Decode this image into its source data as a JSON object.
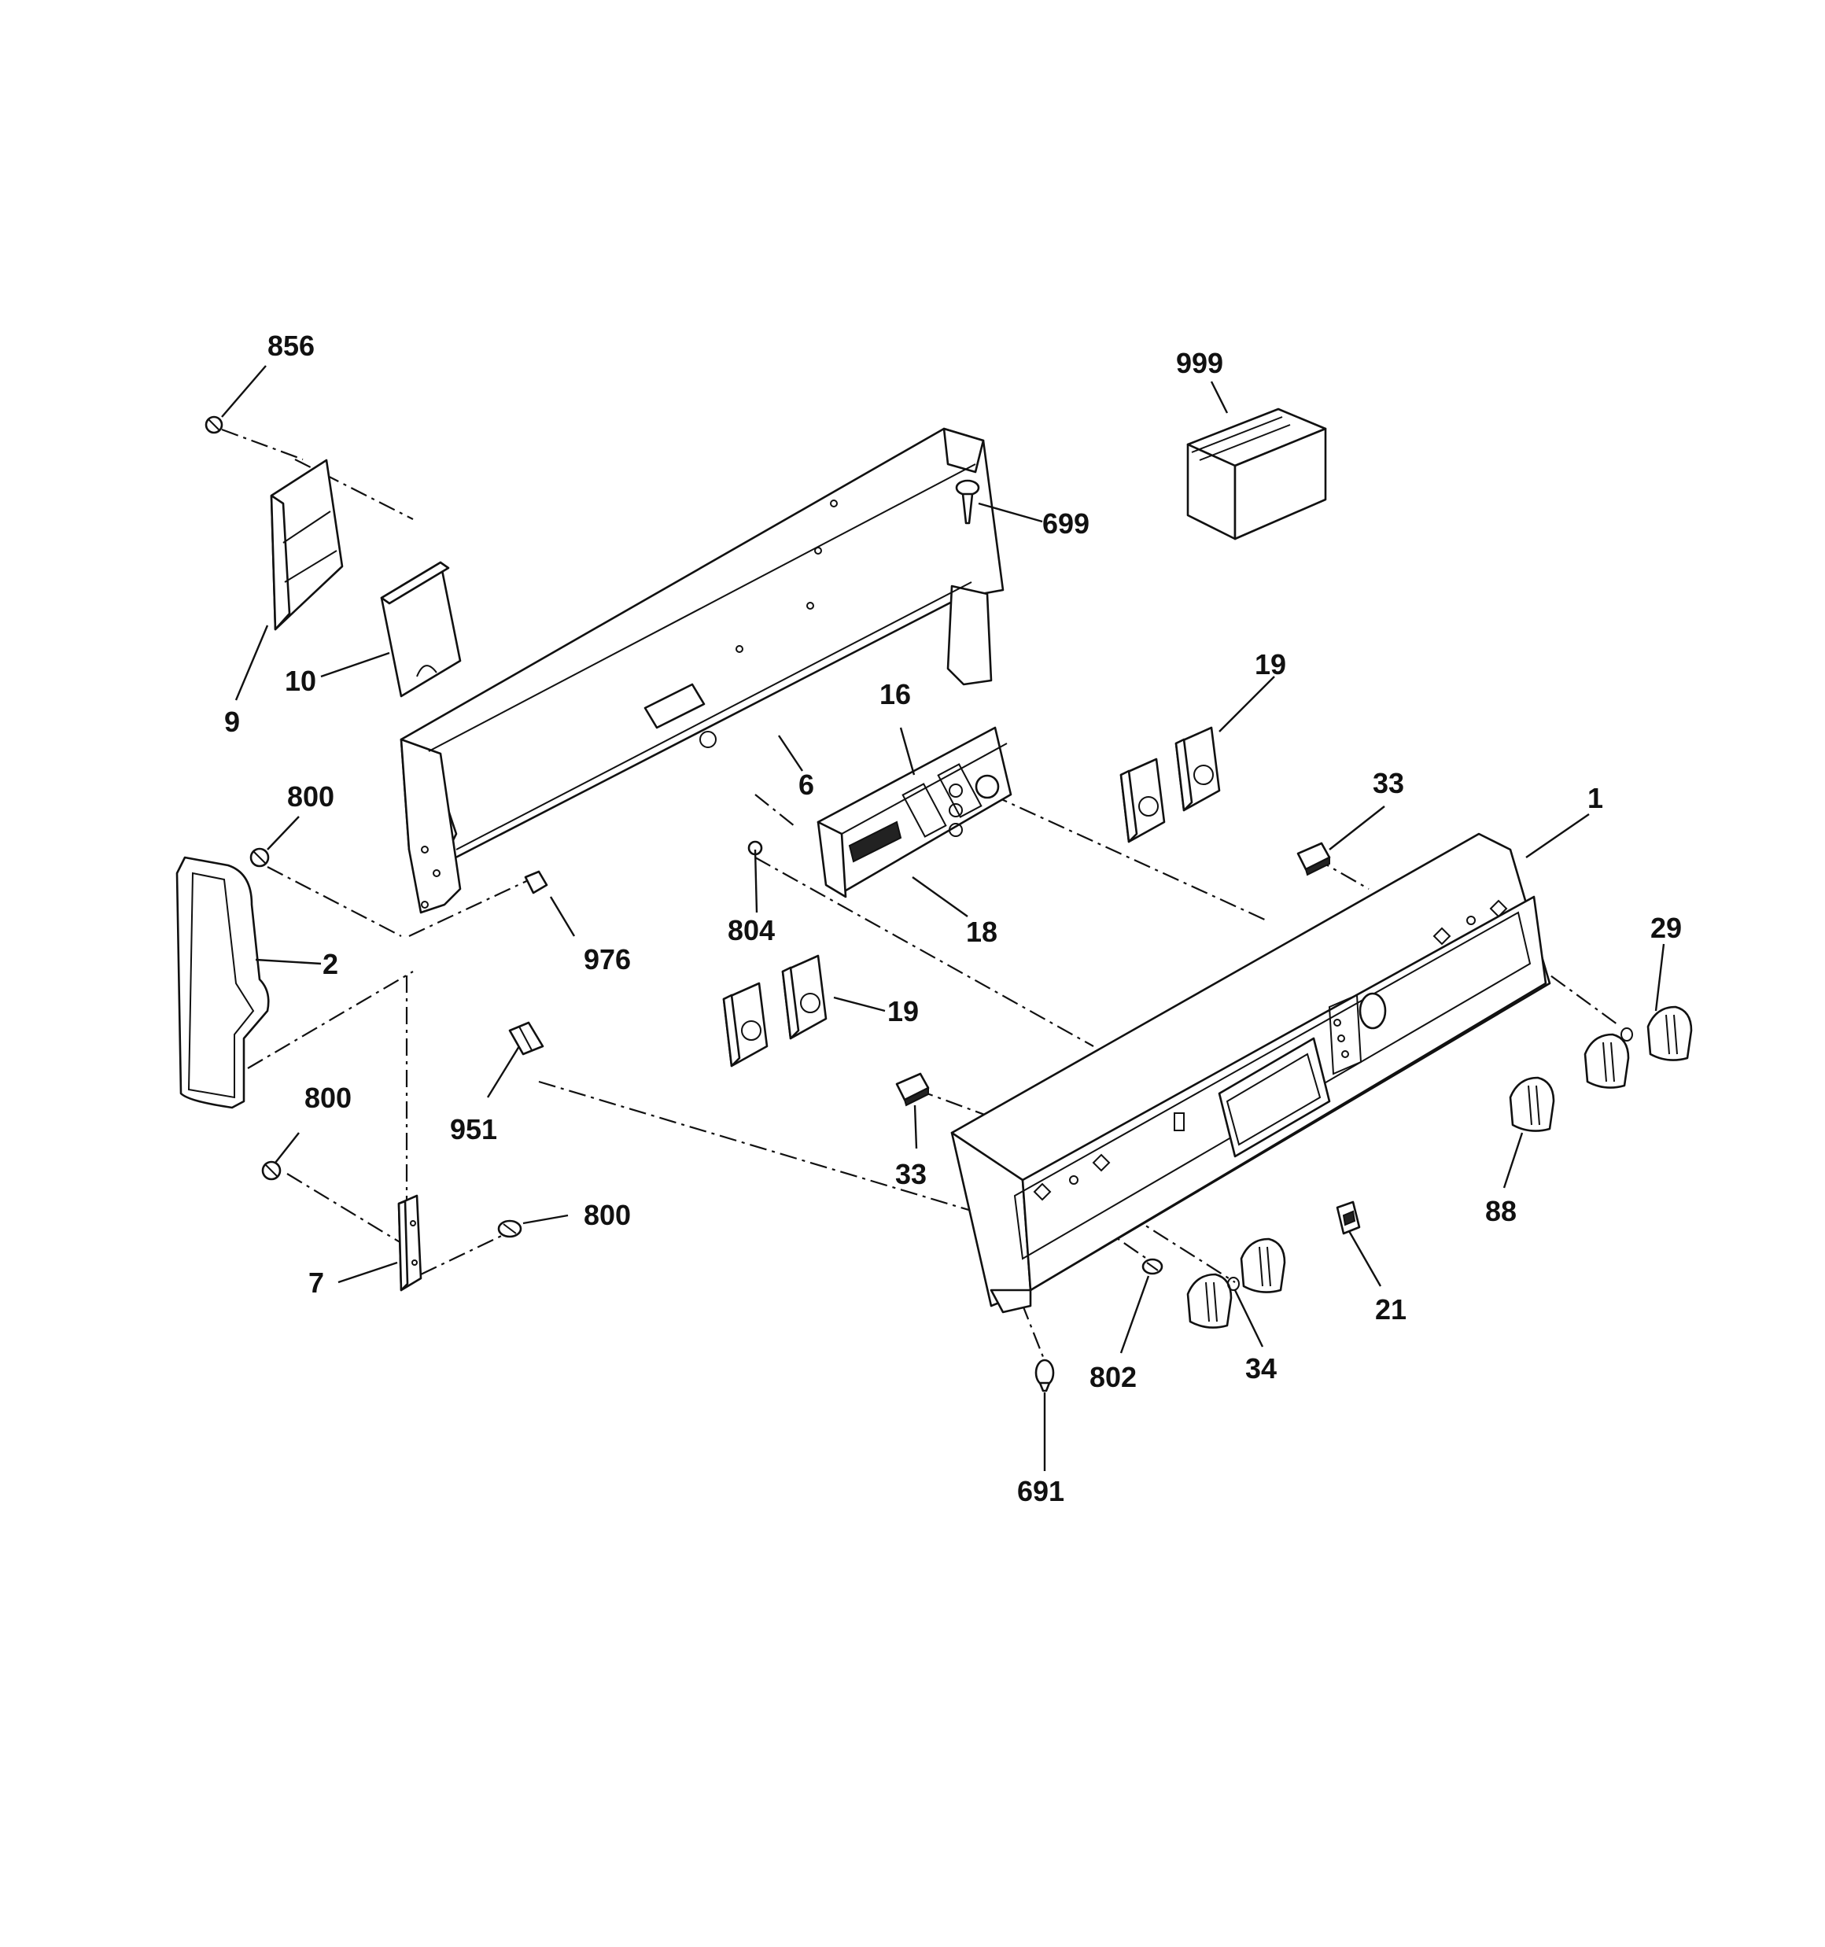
{
  "diagram": {
    "type": "exploded-parts-diagram",
    "callouts": {
      "c856": "856",
      "c999": "999",
      "c699": "699",
      "c9": "9",
      "c10": "10",
      "c16": "16",
      "c19a": "19",
      "c800a": "800",
      "c6": "6",
      "c33a": "33",
      "c1": "1",
      "c2": "2",
      "c804": "804",
      "c18": "18",
      "c976": "976",
      "c29": "29",
      "c19b": "19",
      "c800b": "800",
      "c951": "951",
      "c33b": "33",
      "c88": "88",
      "c800c": "800",
      "c7": "7",
      "c21": "21",
      "c802": "802",
      "c34": "34",
      "c691": "691"
    }
  }
}
